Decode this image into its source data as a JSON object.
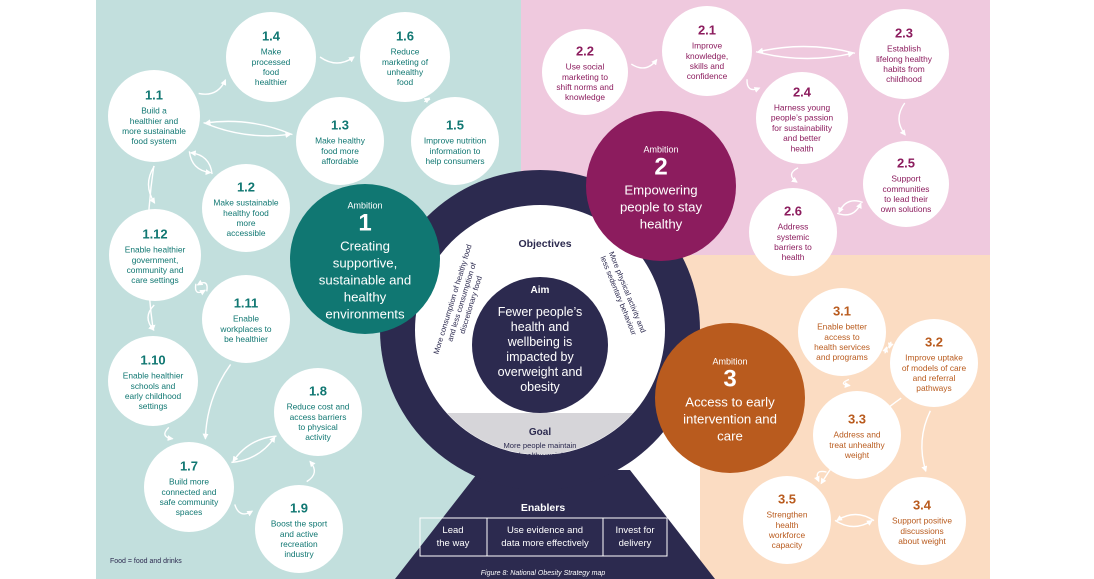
{
  "colors": {
    "teal_bg": "#c2dfdd",
    "pink_bg": "#efc9de",
    "peach_bg": "#fbdcc2",
    "teal": "#107772",
    "magenta": "#8c1c5e",
    "orange": "#b95b1e",
    "navy": "#2c2a4f",
    "grey_goal": "#d6d5d9"
  },
  "ambitions": [
    {
      "label": "Ambition",
      "num": "1",
      "lines": [
        "Creating",
        "supportive,",
        "sustainable and",
        "healthy",
        "environments"
      ]
    },
    {
      "label": "Ambition",
      "num": "2",
      "lines": [
        "Empowering",
        "people to stay",
        "healthy"
      ]
    },
    {
      "label": "Ambition",
      "num": "3",
      "lines": [
        "Access to early",
        "intervention and",
        "care"
      ]
    }
  ],
  "center": {
    "objectives_title": "Objectives",
    "objective_left_lines": [
      "More consumption of healthy food",
      "and less consumption of",
      "discretionary food"
    ],
    "objective_right_lines": [
      "More physical activity and",
      "less sedentary behaviour"
    ],
    "aim_title": "Aim",
    "aim_lines": [
      "Fewer people’s",
      "health and",
      "wellbeing is",
      "impacted by",
      "overweight and",
      "obesity"
    ],
    "goal_title": "Goal",
    "goal_lines": [
      "More people maintain",
      "a healthy weight"
    ]
  },
  "enablers": {
    "title": "Enablers",
    "items": [
      {
        "lines": [
          "Lead",
          "the way"
        ]
      },
      {
        "lines": [
          "Use evidence and",
          "data more effectively"
        ]
      },
      {
        "lines": [
          "Invest for",
          "delivery"
        ]
      }
    ]
  },
  "nodes": [
    {
      "num": "1.1",
      "lines": [
        "Build a",
        "healthier and",
        "more sustainable",
        "food system"
      ]
    },
    {
      "num": "1.4",
      "lines": [
        "Make",
        "processed",
        "food",
        "healthier"
      ]
    },
    {
      "num": "1.6",
      "lines": [
        "Reduce",
        "marketing of",
        "unhealthy",
        "food"
      ]
    },
    {
      "num": "1.3",
      "lines": [
        "Make healthy",
        "food more",
        "affordable"
      ]
    },
    {
      "num": "1.5",
      "lines": [
        "Improve nutrition",
        "information to",
        "help consumers"
      ]
    },
    {
      "num": "1.2",
      "lines": [
        "Make sustainable",
        "healthy food",
        "more",
        "accessible"
      ]
    },
    {
      "num": "1.12",
      "lines": [
        "Enable healthier",
        "government,",
        "community and",
        "care settings"
      ]
    },
    {
      "num": "1.11",
      "lines": [
        "Enable",
        "workplaces to",
        "be healthier"
      ]
    },
    {
      "num": "1.10",
      "lines": [
        "Enable healthier",
        "schools and",
        "early childhood",
        "settings"
      ]
    },
    {
      "num": "1.8",
      "lines": [
        "Reduce cost and",
        "access barriers",
        "to physical",
        "activity"
      ]
    },
    {
      "num": "1.7",
      "lines": [
        "Build more",
        "connected and",
        "safe community",
        "spaces"
      ]
    },
    {
      "num": "1.9",
      "lines": [
        "Boost the sport",
        "and active",
        "recreation",
        "industry"
      ]
    },
    {
      "num": "2.1",
      "lines": [
        "Improve",
        "knowledge,",
        "skills and",
        "confidence"
      ]
    },
    {
      "num": "2.2",
      "lines": [
        "Use social",
        "marketing to",
        "shift norms and",
        "knowledge"
      ]
    },
    {
      "num": "2.3",
      "lines": [
        "Establish",
        "lifelong healthy",
        "habits from",
        "childhood"
      ]
    },
    {
      "num": "2.4",
      "lines": [
        "Harness young",
        "people’s passion",
        "for sustainability",
        "and better",
        "health"
      ]
    },
    {
      "num": "2.5",
      "lines": [
        "Support",
        "communities",
        "to lead their",
        "own solutions"
      ]
    },
    {
      "num": "2.6",
      "lines": [
        "Address",
        "systemic",
        "barriers to",
        "health"
      ]
    },
    {
      "num": "3.1",
      "lines": [
        "Enable better",
        "access to",
        "health services",
        "and programs"
      ]
    },
    {
      "num": "3.2",
      "lines": [
        "Improve uptake",
        "of models of care",
        "and referral",
        "pathways"
      ]
    },
    {
      "num": "3.3",
      "lines": [
        "Address and",
        "treat unhealthy",
        "weight"
      ]
    },
    {
      "num": "3.5",
      "lines": [
        "Strengthen",
        "health",
        "workforce",
        "capacity"
      ]
    },
    {
      "num": "3.4",
      "lines": [
        "Support positive",
        "discussions",
        "about weight"
      ]
    }
  ],
  "footnote": "Food = food and drinks",
  "caption": "Figure 8: National Obesity Strategy map"
}
